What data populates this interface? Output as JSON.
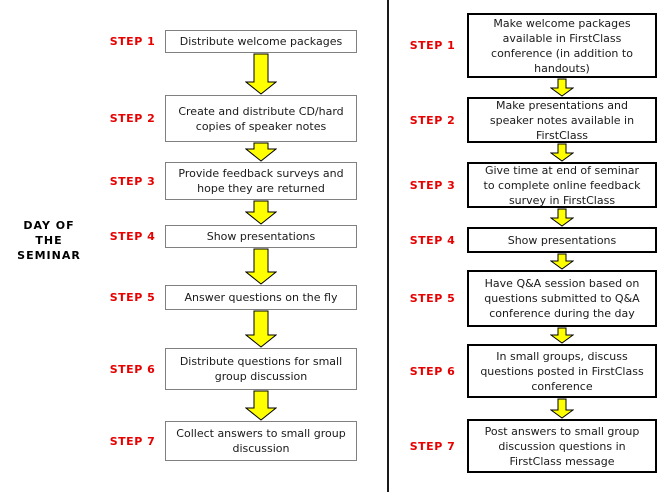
{
  "side_label": {
    "lines": [
      "DAY OF",
      "THE",
      "SEMINAR"
    ]
  },
  "left_column": {
    "steps": [
      {
        "label": "STEP 1",
        "text": "Distribute welcome packages"
      },
      {
        "label": "STEP 2",
        "text": "Create and distribute CD/hard copies of speaker notes"
      },
      {
        "label": "STEP 3",
        "text": "Provide feedback surveys and hope they are returned"
      },
      {
        "label": "STEP 4",
        "text": "Show presentations"
      },
      {
        "label": "STEP 5",
        "text": "Answer questions on the fly"
      },
      {
        "label": "STEP 6",
        "text": "Distribute questions for small group discussion"
      },
      {
        "label": "STEP 7",
        "text": "Collect answers to small group discussion"
      }
    ]
  },
  "right_column": {
    "steps": [
      {
        "label": "STEP 1",
        "text": "Make welcome packages available in FirstClass conference (in addition to handouts)"
      },
      {
        "label": "STEP 2",
        "text": "Make presentations and speaker notes available in FirstClass"
      },
      {
        "label": "STEP 3",
        "text": "Give time at end of seminar to complete online feedback survey in FirstClass"
      },
      {
        "label": "STEP 4",
        "text": "Show presentations"
      },
      {
        "label": "STEP 5",
        "text": "Have Q&A session based on questions submitted to Q&A conference during the day"
      },
      {
        "label": "STEP 6",
        "text": "In small groups, discuss questions posted in FirstClass conference"
      },
      {
        "label": "STEP 7",
        "text": "Post answers to small group discussion questions in FirstClass message"
      }
    ]
  },
  "colors": {
    "step_label_red": "#e60000",
    "arrow_yellow": "#ffff00",
    "arrow_outline": "#000000",
    "left_box_border": "#808080",
    "right_box_border": "#000000",
    "divider": "#1a1a1a"
  }
}
